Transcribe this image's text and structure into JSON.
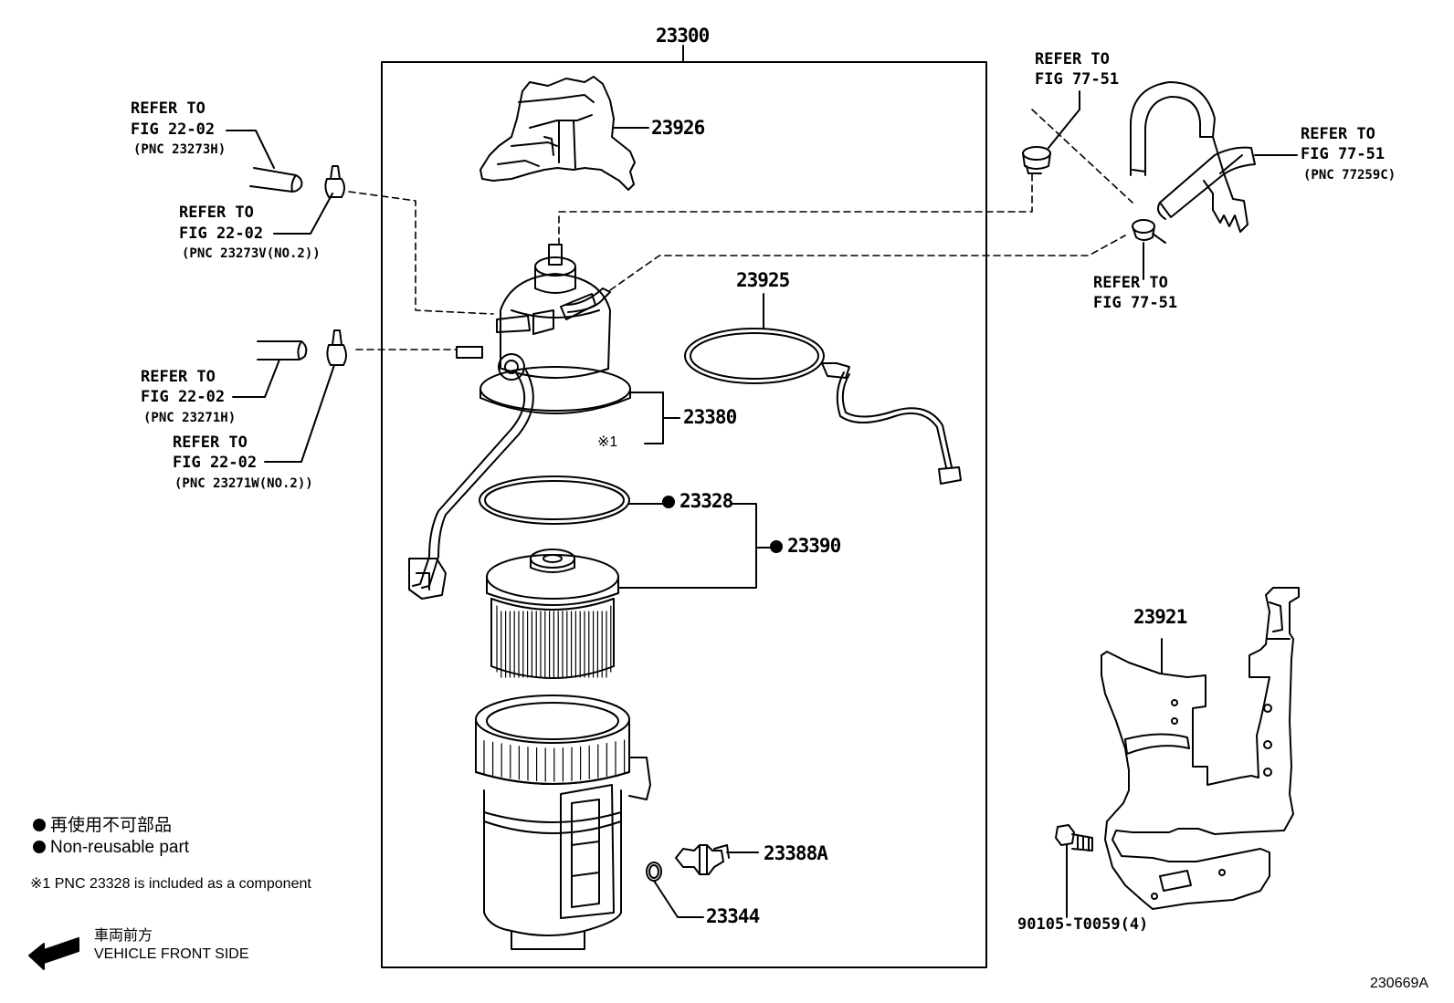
{
  "diagram": {
    "figure_code": "230669A",
    "assembly": {
      "part_no": "23300"
    },
    "parts": {
      "p23926": "23926",
      "p23925": "23925",
      "p23380": "23380",
      "p23380_note": "※1",
      "p23328": "23328",
      "p23390": "23390",
      "p23388a": "23388A",
      "p23344": "23344",
      "p23921": "23921",
      "p90105": "90105-T0059(4)"
    },
    "references": {
      "r1": {
        "line1": "REFER TO",
        "line2": "FIG 22-02",
        "pnc": "(PNC 23273H)"
      },
      "r2": {
        "line1": "REFER TO",
        "line2": "FIG 22-02",
        "pnc": "(PNC 23273V(NO.2))"
      },
      "r3": {
        "line1": "REFER TO",
        "line2": "FIG 22-02",
        "pnc": "(PNC 23271H)"
      },
      "r4": {
        "line1": "REFER TO",
        "line2": "FIG 22-02",
        "pnc": "(PNC 23271W(NO.2))"
      },
      "r5": {
        "line1": "REFER TO",
        "line2": "FIG 77-51"
      },
      "r6": {
        "line1": "REFER TO",
        "line2": "FIG 77-51",
        "pnc": "(PNC 77259C)"
      },
      "r7": {
        "line1": "REFER TO",
        "line2": "FIG 77-51"
      }
    },
    "legend": {
      "nonreusable_jp": "再使用不可部品",
      "nonreusable_en": "Non-reusable part",
      "note1": "※1  PNC 23328 is included as a component",
      "front_jp": "車両前方",
      "front_en": "VEHICLE FRONT SIDE"
    }
  }
}
